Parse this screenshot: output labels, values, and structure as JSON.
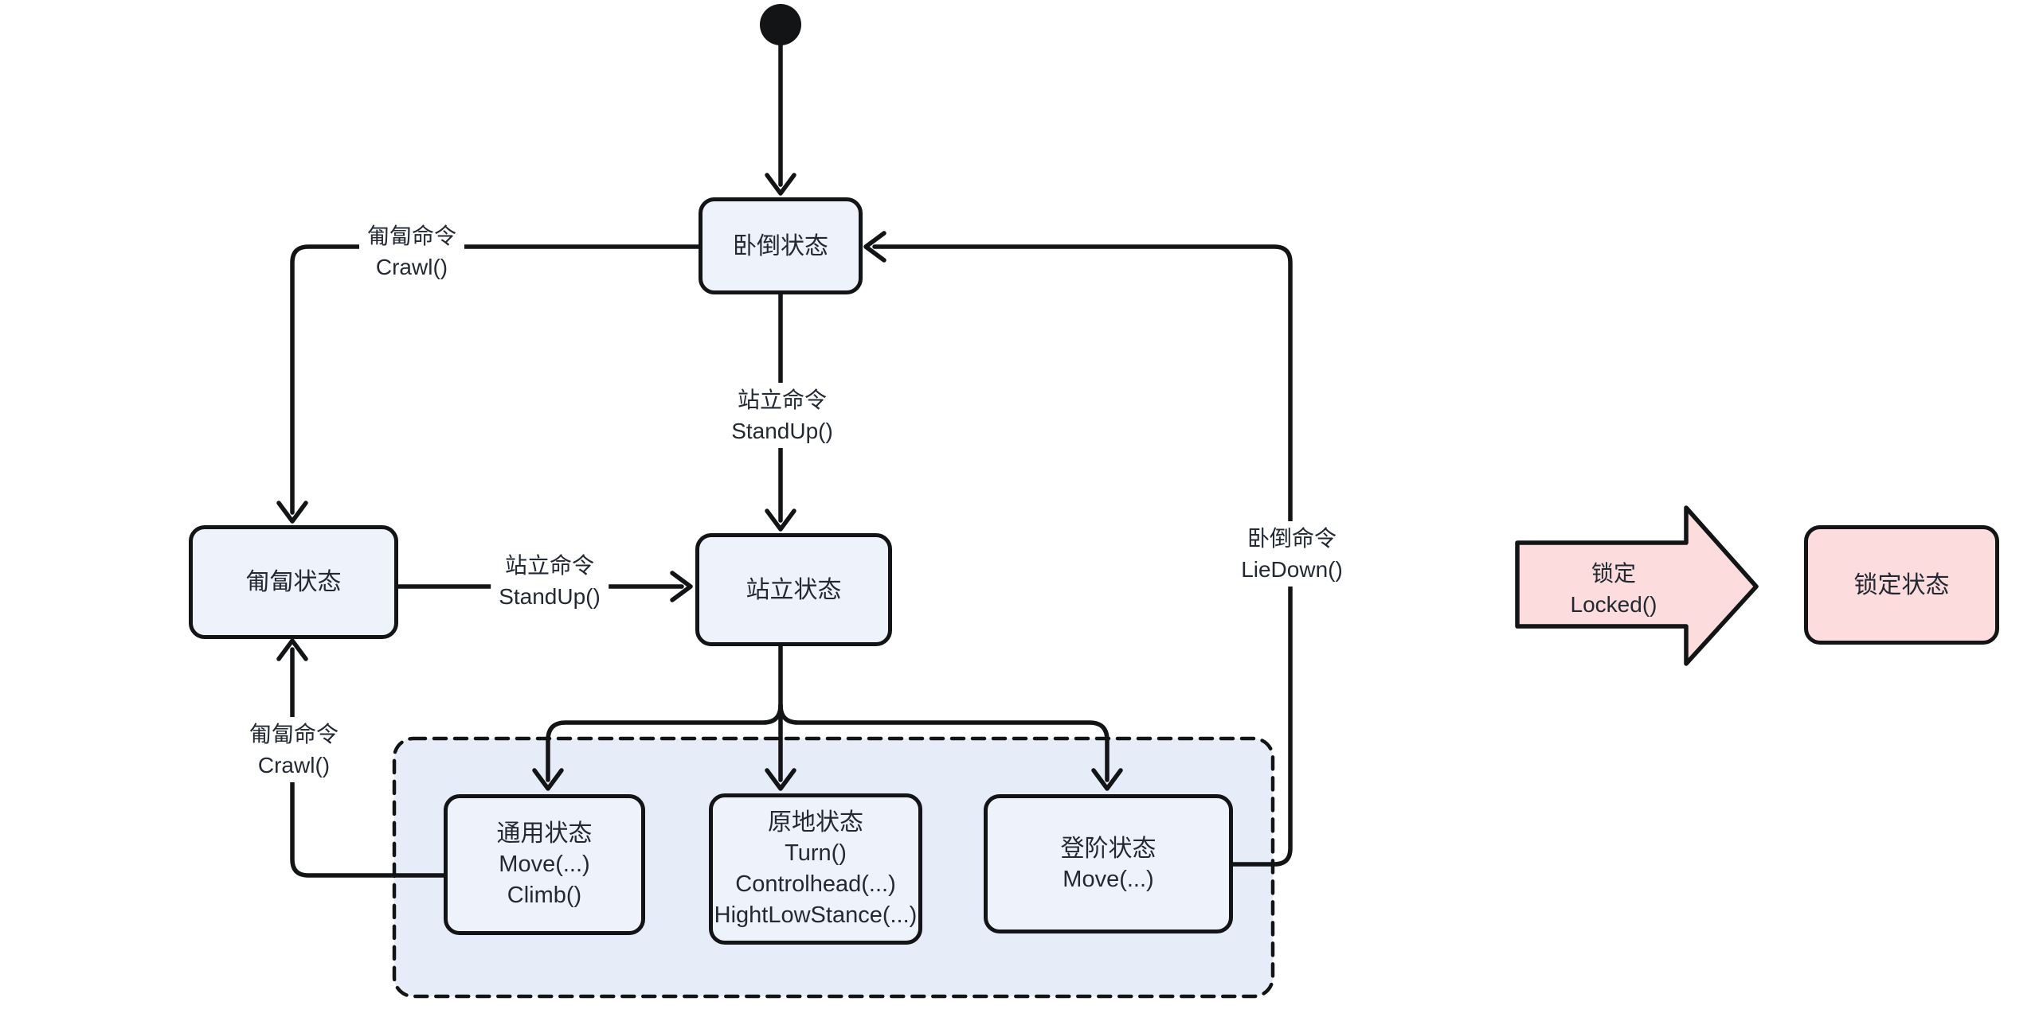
{
  "diagram": {
    "kind": "robot-motion-state-machine",
    "colors": {
      "node_fill": "#edf2fb",
      "container_fill": "#e7edf8",
      "locked_fill": "#fcdcdc",
      "line": "#121415",
      "text": "#232933",
      "background": "#ffffff"
    },
    "nodes": {
      "lie_down": {
        "label": "卧倒状态"
      },
      "crawl": {
        "label": "匍匐状态"
      },
      "stand": {
        "label": "站立状态"
      },
      "general": {
        "label": "通用状态",
        "methods": [
          "Move(...)",
          "Climb()"
        ]
      },
      "in_place": {
        "label": "原地状态",
        "methods": [
          "Turn()",
          "Controlhead(...)",
          "HightLowStance(...)"
        ]
      },
      "stairs": {
        "label": "登阶状态",
        "methods": [
          "Move(...)"
        ]
      },
      "locked": {
        "label": "锁定状态"
      }
    },
    "edges": {
      "crawl_cmd_top": {
        "title": "匍匐命令",
        "code": "Crawl()"
      },
      "standup_from_lie": {
        "title": "站立命令",
        "code": "StandUp()"
      },
      "standup_from_crawl": {
        "title": "站立命令",
        "code": "StandUp()"
      },
      "liedown_cmd": {
        "title": "卧倒命令",
        "code": "LieDown()"
      },
      "crawl_cmd_bottom": {
        "title": "匍匐命令",
        "code": "Crawl()"
      },
      "locked_cmd": {
        "title": "锁定",
        "code": "Locked()"
      }
    }
  }
}
